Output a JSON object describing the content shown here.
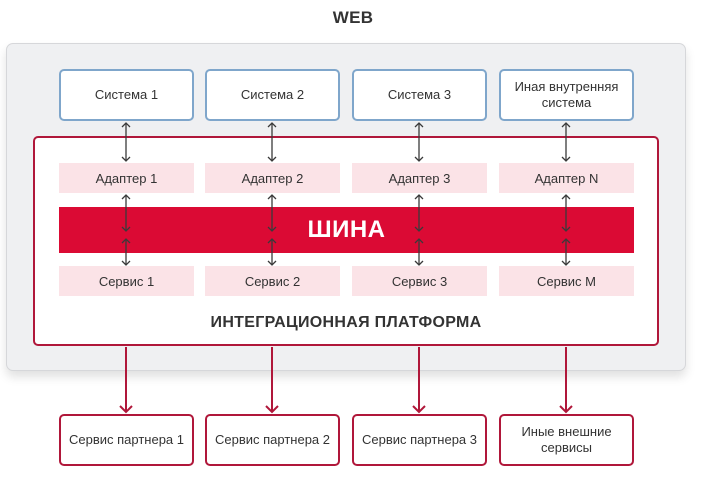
{
  "diagram": {
    "web_title": "WEB",
    "internal_systems": [
      {
        "label": "Система 1"
      },
      {
        "label": "Система 2"
      },
      {
        "label": "Система 3"
      },
      {
        "label": "Иная внутренняя система"
      }
    ],
    "adapters": [
      {
        "label": "Адаптер 1"
      },
      {
        "label": "Адаптер 2"
      },
      {
        "label": "Адаптер 3"
      },
      {
        "label": "Адаптер N"
      }
    ],
    "bus_label": "ШИНА",
    "services": [
      {
        "label": "Сервис 1"
      },
      {
        "label": "Сервис 2"
      },
      {
        "label": "Сервис 3"
      },
      {
        "label": "Сервис M"
      }
    ],
    "platform_title": "ИНТЕГРАЦИОННАЯ ПЛАТФОРМА",
    "external_services": [
      {
        "label": "Сервис партнера 1"
      },
      {
        "label": "Сервис партнера 2"
      },
      {
        "label": "Сервис партнера 3"
      },
      {
        "label": "Иные внешние сервисы"
      }
    ],
    "colors": {
      "accent_red": "#db0a34",
      "border_red": "#b0173a",
      "pink_fill": "#fbe3e7",
      "system_border_blue": "#7fa6cb",
      "panel_gray": "#eff0f2"
    }
  }
}
